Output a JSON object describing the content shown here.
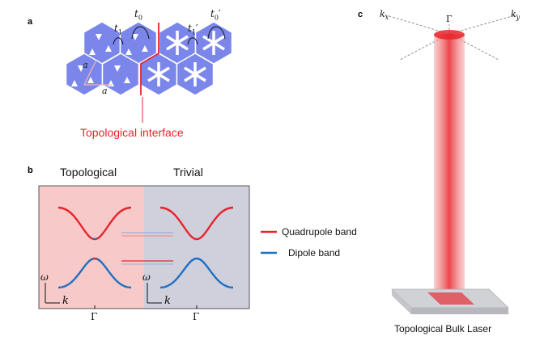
{
  "panels": {
    "a": {
      "letter": "a",
      "hop_labels": {
        "t0": "t",
        "t0_sub": "0",
        "t1": "t",
        "t1_sub": "1",
        "t1p": "t",
        "t1p_sub": "1",
        "t1p_prime": "′",
        "t0p": "t",
        "t0p_sub": "0",
        "t0p_prime": "′"
      },
      "lattice_labels": [
        "a",
        "a"
      ],
      "interface_caption": "Topological interface",
      "colors": {
        "lattice": "#7b86ea",
        "holes": "#ffffff",
        "interface": "#e8242b"
      }
    },
    "b": {
      "letter": "b",
      "left_title": "Topological",
      "right_title": "Trivial",
      "axis_y": "ω",
      "axis_x": "k",
      "tick_label": "Γ",
      "colors": {
        "topological_bg": "#f8c9c9",
        "trivial_bg": "#cfd0dc",
        "quadrupole": "#e8242b",
        "dipole": "#1f6fc1"
      }
    },
    "c": {
      "letter": "c",
      "kx_main": "k",
      "kx_sub": "x",
      "ky_main": "k",
      "ky_sub": "y",
      "gamma": "Γ",
      "caption": "Topological Bulk Laser",
      "colors": {
        "beam": "#e8242b",
        "chip": "#d0d2d6"
      }
    }
  },
  "legend": [
    {
      "label": "Quadrupole band",
      "color": "#e8242b"
    },
    {
      "label": "Dipole band",
      "color": "#1f6fc1"
    }
  ]
}
